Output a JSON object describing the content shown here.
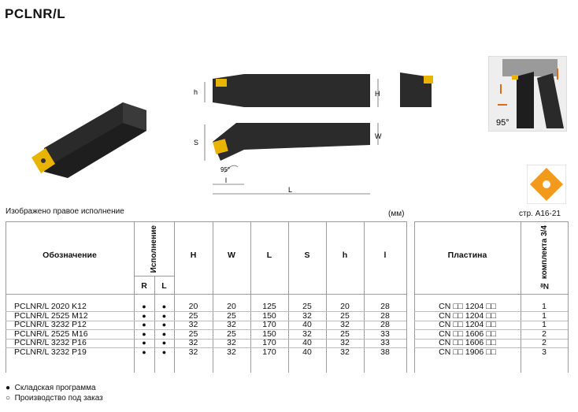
{
  "title": "PCLNR/L",
  "caption_left": "Изображено правое исполнение",
  "units": "(мм)",
  "page_ref": "стр. A16-21",
  "angle_label": "95°",
  "drawing_labels": {
    "h": "h",
    "H": "H",
    "S": "S",
    "W": "W",
    "l": "l",
    "L": "L",
    "angle": "95°"
  },
  "table": {
    "headers": {
      "designation": "Обозначение",
      "execution": "Исполнение",
      "R": "R",
      "L": "L",
      "H": "H",
      "W": "W",
      "Lcol": "L",
      "S": "S",
      "h": "h",
      "l": "l",
      "insert": "Пластина",
      "kit": "№ комплекта 3/4"
    },
    "rows": [
      {
        "designation": "PCLNR/L 2020 K12",
        "R": "●",
        "L": "●",
        "H": "20",
        "W": "20",
        "Lv": "125",
        "S": "25",
        "h": "20",
        "l": "28",
        "insert": "CN □□ 1204 □□",
        "kit": "1"
      },
      {
        "designation": "PCLNR/L 2525 M12",
        "R": "●",
        "L": "●",
        "H": "25",
        "W": "25",
        "Lv": "150",
        "S": "32",
        "h": "25",
        "l": "28",
        "insert": "CN □□ 1204 □□",
        "kit": "1"
      },
      {
        "designation": "PCLNR/L 3232 P12",
        "R": "●",
        "L": "●",
        "H": "32",
        "W": "32",
        "Lv": "170",
        "S": "40",
        "h": "32",
        "l": "28",
        "insert": "CN □□ 1204 □□",
        "kit": "1"
      },
      {
        "designation": "PCLNR/L 2525 M16",
        "R": "●",
        "L": "●",
        "H": "25",
        "W": "25",
        "Lv": "150",
        "S": "32",
        "h": "25",
        "l": "33",
        "insert": "CN □□ 1606 □□",
        "kit": "2"
      },
      {
        "designation": "PCLNR/L 3232 P16",
        "R": "●",
        "L": "●",
        "H": "32",
        "W": "32",
        "Lv": "170",
        "S": "40",
        "h": "32",
        "l": "33",
        "insert": "CN □□ 1606 □□",
        "kit": "2"
      },
      {
        "designation": "PCLNR/L 3232 P19",
        "R": "●",
        "L": "●",
        "H": "32",
        "W": "32",
        "Lv": "170",
        "S": "40",
        "h": "32",
        "l": "38",
        "insert": "CN □□ 1906 □□",
        "kit": "3"
      }
    ]
  },
  "legend": [
    {
      "symbol": "●",
      "text": "Складская программа"
    },
    {
      "symbol": "○",
      "text": "Производство под заказ"
    }
  ],
  "colors": {
    "tool_body": "#2b2b2b",
    "insert": "#e8b400",
    "insert_orange": "#f39a1c",
    "line": "#9a9a9a",
    "arrow": "#e06a1a"
  }
}
